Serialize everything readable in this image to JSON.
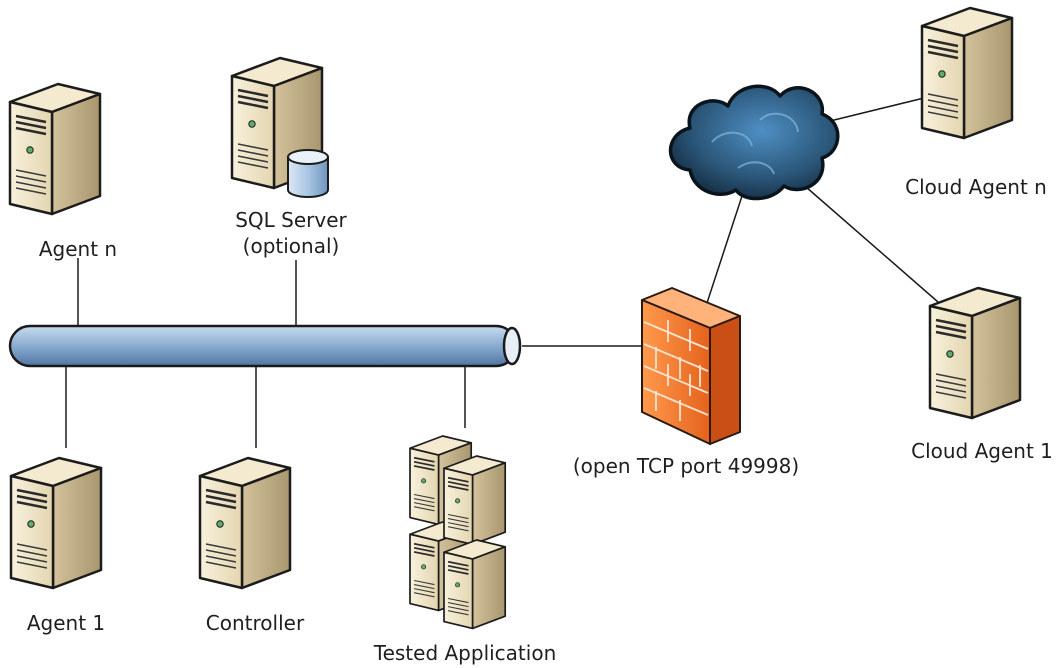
{
  "nodes": {
    "agent_n": {
      "label": "Agent n"
    },
    "sql_server": {
      "label_line1": "SQL Server",
      "label_line2": "(optional)"
    },
    "agent_1": {
      "label": "Agent 1"
    },
    "controller": {
      "label": "Controller"
    },
    "tested_application": {
      "label": "Tested Application"
    },
    "firewall": {
      "label": "(open TCP port 49998)"
    },
    "cloud_agent_n": {
      "label": "Cloud Agent n"
    },
    "cloud_agent_1": {
      "label": "Cloud Agent 1"
    }
  },
  "colors": {
    "server_front": "#eee3c4",
    "server_side": "#c9b78f",
    "server_outline": "#1c1c1c",
    "bus_fill": "#8fb0d4",
    "firewall": "#f47a30",
    "cloud": "#2f5f85",
    "line": "#1a1a1a"
  }
}
